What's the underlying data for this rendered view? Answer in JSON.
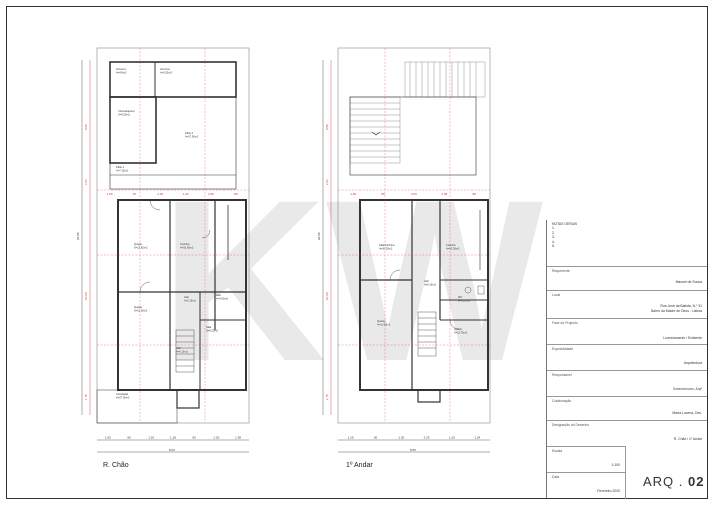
{
  "plans": {
    "ground": {
      "title": "R. Chão",
      "rooms": [
        {
          "name": "Arrumos",
          "area": "A=4.8m2"
        },
        {
          "name": "Arrumos",
          "area": "A=0.55m2"
        },
        {
          "name": "Churrasqueira",
          "area": "A=9.50m2"
        },
        {
          "name": "Pátio 2",
          "area": "A=17.90m2"
        },
        {
          "name": "Pátio 1",
          "area": "A=7.15m2"
        },
        {
          "name": "Quarto",
          "area": "A=13.82m2"
        },
        {
          "name": "Cozinha",
          "area": "A=10.65m2"
        },
        {
          "name": "Hall",
          "area": "A=2.15m2"
        },
        {
          "name": "Hall",
          "area": "A=4.60m2"
        },
        {
          "name": "Quarto",
          "area": "A=12.60m2"
        },
        {
          "name": "Sala",
          "area": "A=8.20m2"
        },
        {
          "name": "Hall",
          "area": "A=6.15m2"
        },
        {
          "name": "Circulação",
          "area": "A=27.00m2"
        }
      ],
      "total_width": "8.03",
      "bottom_dims": [
        "1.05",
        ".90",
        "1.20",
        "1.18",
        ".90",
        "1.20",
        "1.38"
      ],
      "top_dims": [
        "1.00",
        ".87",
        "2.26",
        "1.29",
        "1.89",
        ".89"
      ],
      "total_height": "20.85",
      "side_dims": [
        "8.05",
        "2.21",
        "10.00",
        "1.75"
      ]
    },
    "first": {
      "title": "1º Andar",
      "rooms": [
        {
          "name": "Sala/Cozinha",
          "area": "A=20.35m2"
        },
        {
          "name": "Cozinha",
          "area": "A=10.05m2"
        },
        {
          "name": "Hall",
          "area": "A=6.15m2"
        },
        {
          "name": "WC",
          "area": "A=3.25m2"
        },
        {
          "name": "Quarto",
          "area": "A=11.90m2"
        },
        {
          "name": "Quarto",
          "area": "A=11.75m2"
        }
      ],
      "total_width": "8.05",
      "bottom_dims": [
        "1.25",
        ".30",
        "1.20",
        "2.25",
        "1.20",
        "1.24"
      ],
      "top_dims": [
        "1.00",
        ".85",
        "3.03",
        "2.38",
        ".89"
      ],
      "total_height": "20.85",
      "side_dims": [
        "8.58",
        "2.21",
        "10.00",
        "1.75"
      ]
    }
  },
  "title_block": {
    "notes_title": "NOTAS GERAIS",
    "notes": [
      "1.",
      "2.",
      "3.",
      "4.",
      "5."
    ],
    "requerente_label": "Requerente",
    "requerente_value": "Manuel de Sousa",
    "local_label": "Local",
    "local_value_1": "Rua José da Batista, N.º 31",
    "local_value_2": "Bairro da Madre de Deus  -  Lisboa",
    "fase_label": "Fase do Projecto",
    "fase_value": "Licenciamento / Existente",
    "especialidade_label": "Especialidade",
    "especialidade_value": "Arquitectura",
    "responsavel_label": "Responsável",
    "responsavel_value": "Xxxxxxxxxxxx, Arqº",
    "colaboracao_label": "Colaboração",
    "colaboracao_value": "Marta Lucena, Des.",
    "designacao_label": "Designação do Desenho",
    "designacao_value": "R. Chão / 1º Andar",
    "escala_label": "Escala",
    "escala_value": "1:100",
    "data_label": "Data",
    "data_value": "Fevereiro 2020",
    "drawing_prefix": "ARQ .",
    "drawing_number": "02"
  },
  "watermark": {
    "text": "KW"
  },
  "colors": {
    "line": "#333333",
    "red_dim": "#cc3333",
    "pink_dim": "#e06a8a",
    "light": "#9a9a9a"
  }
}
